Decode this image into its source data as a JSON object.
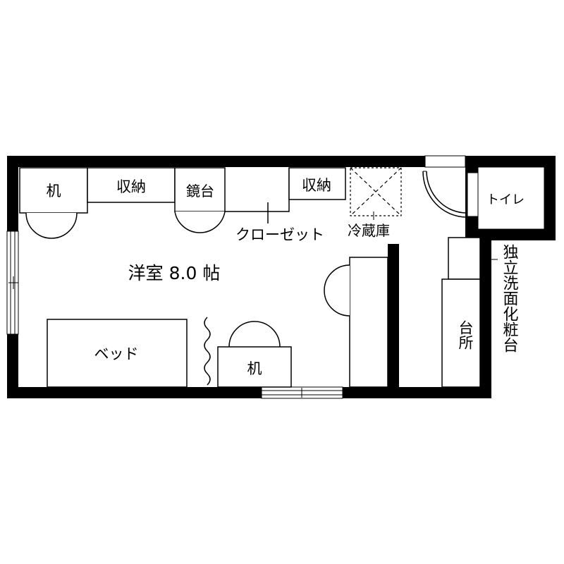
{
  "title": "洋室 8.0 帖",
  "rooms": {
    "main": "洋室 8.0 帖",
    "toilet": "トイレ",
    "kitchen": "台所",
    "vanity": "独立洗面化粧台"
  },
  "furniture": {
    "desk_top": "机",
    "storage_left": "収納",
    "dresser": "鏡台",
    "closet": "クローゼット",
    "storage_right": "収納",
    "fridge": "冷蔵庫",
    "bed": "ベッド",
    "desk_bottom": "机"
  },
  "colors": {
    "wall": "#000000",
    "background": "#ffffff"
  }
}
